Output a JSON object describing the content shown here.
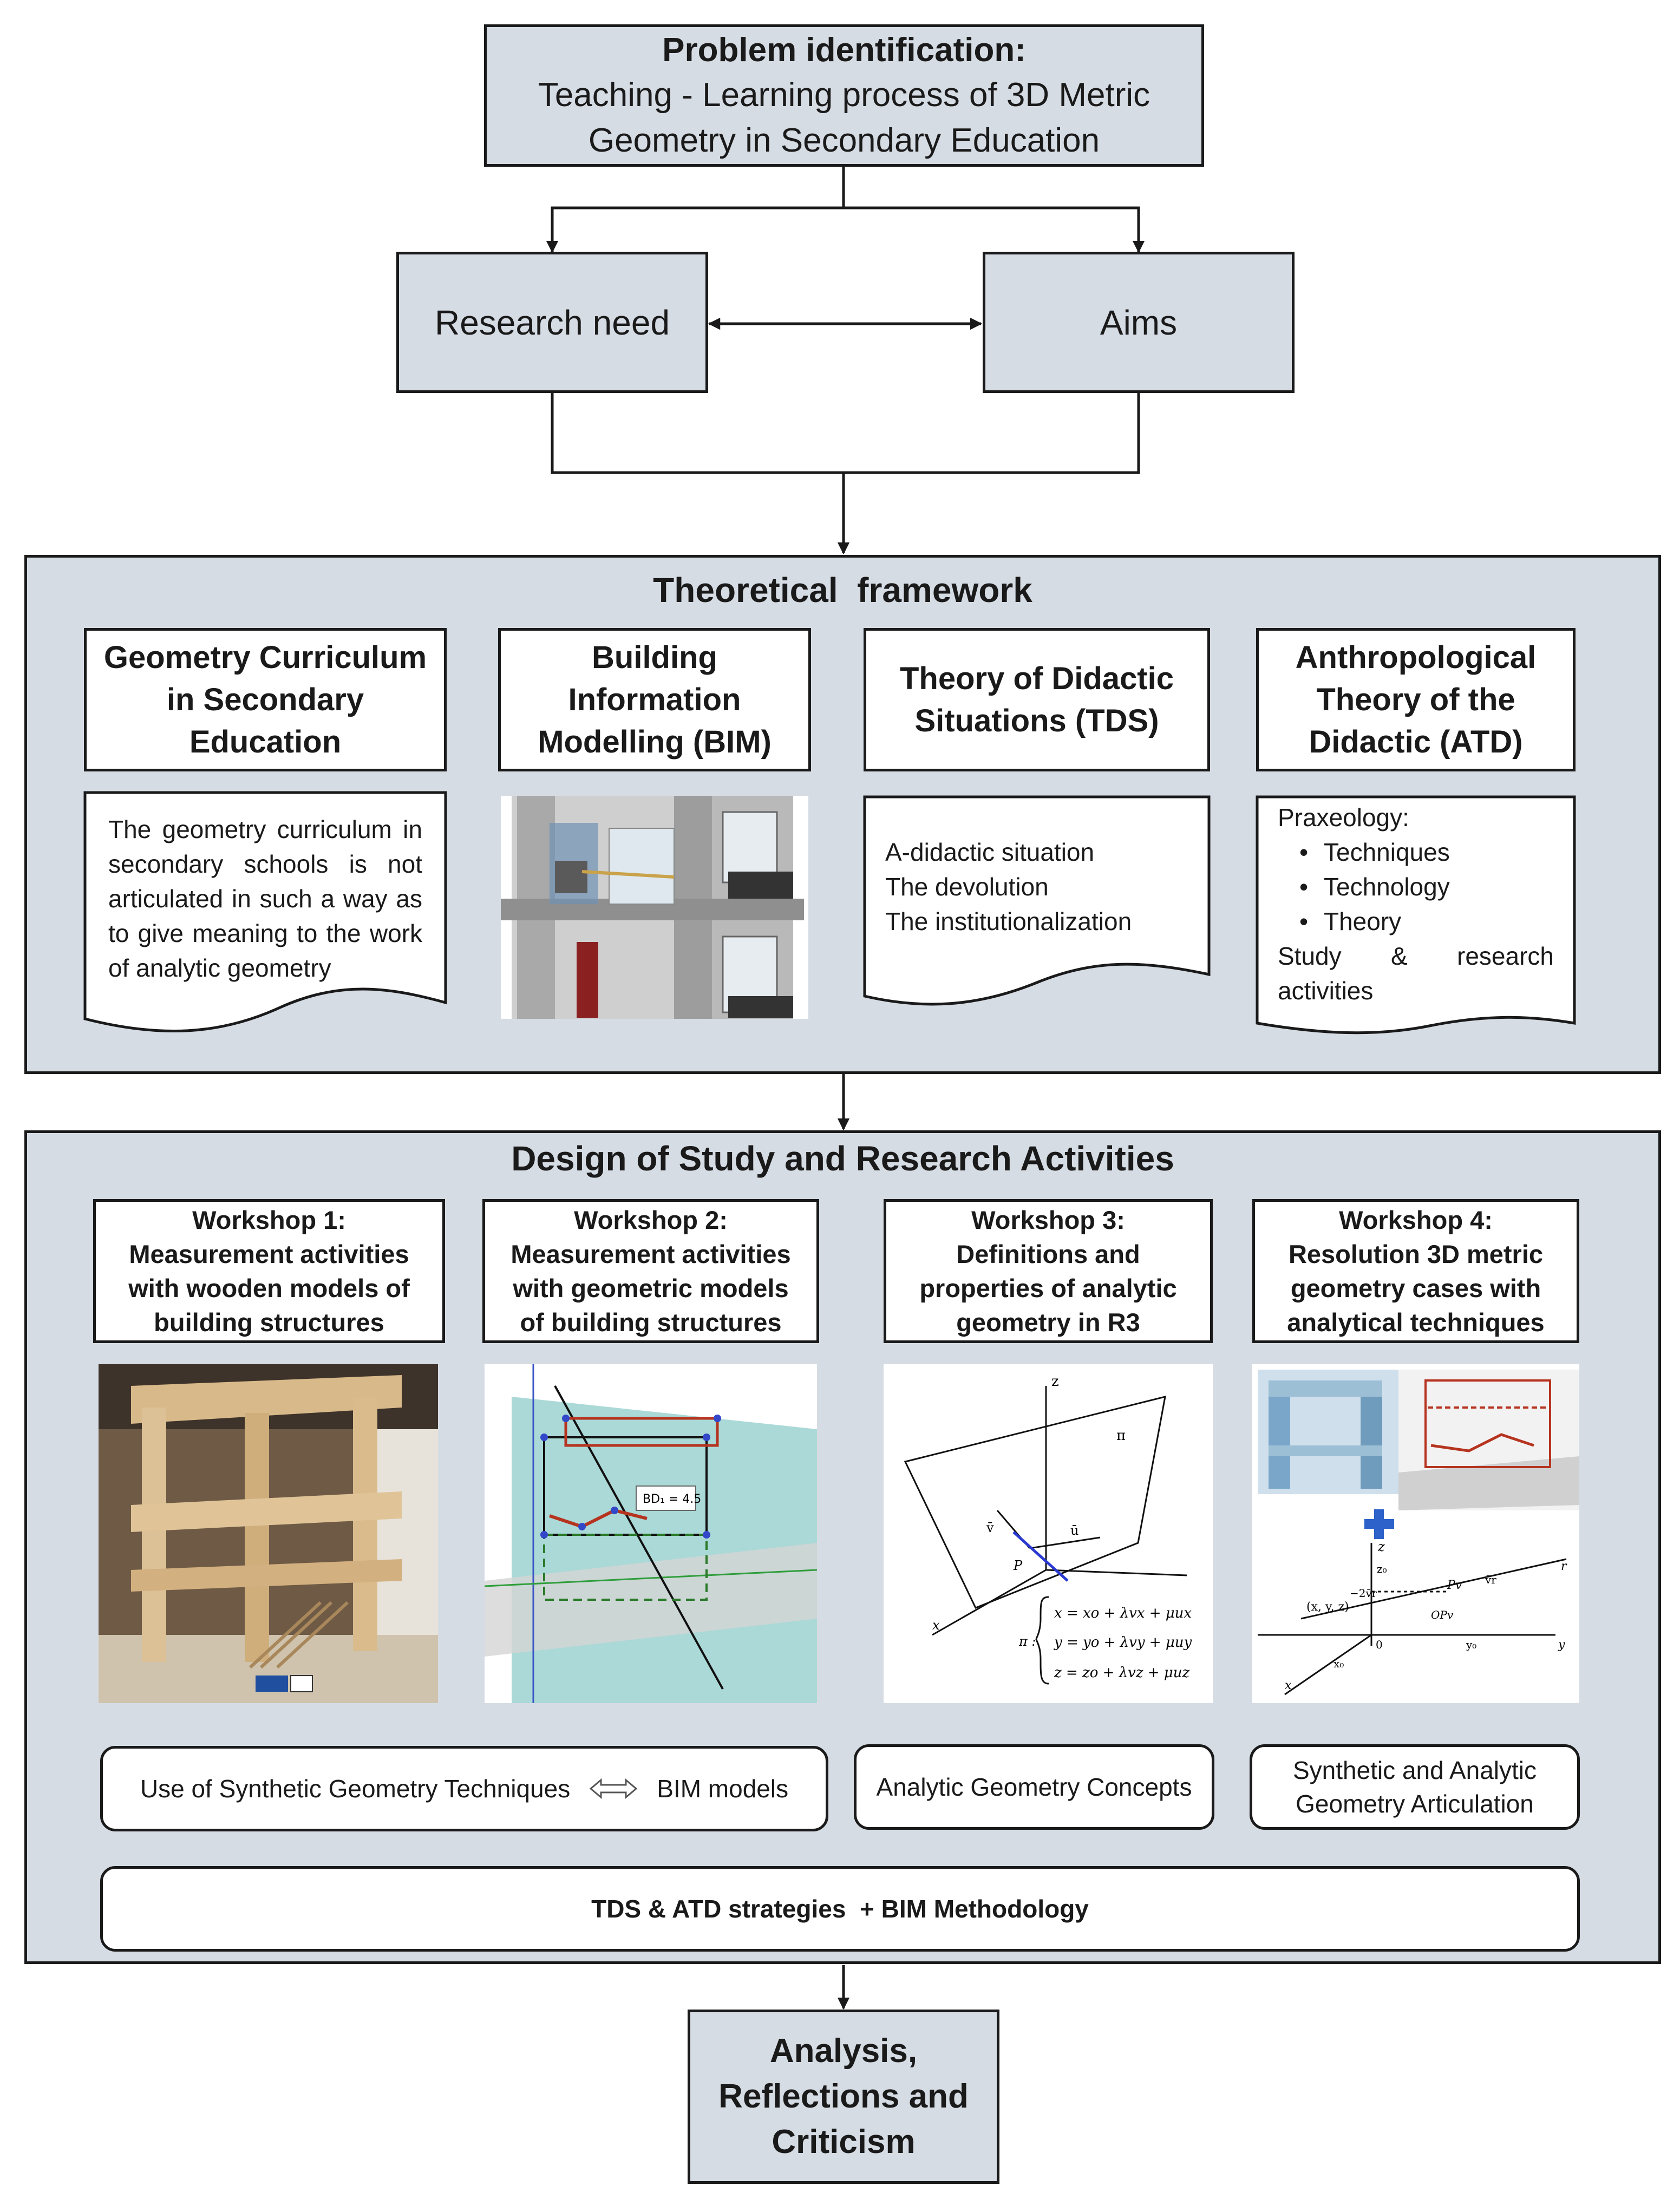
{
  "problem": {
    "title": "Problem identification:",
    "lines": "Teaching - Learning process of 3D Metric\nGeometry in Secondary Education"
  },
  "research_need": "Research need",
  "aims": "Aims",
  "theoretical": {
    "title": "Theoretical  framework",
    "geometry_curriculum": {
      "title": "Geometry Curriculum\nin Secondary\nEducation",
      "text": "The geometry curriculum in secondary schools is not articulated in such a way as to give meaning to the work of analytic geometry"
    },
    "bim": {
      "title": "Building\nInformation\nModelling (BIM)"
    },
    "tds": {
      "title": "Theory of Didactic\nSituations (TDS)",
      "items": [
        "A-didactic situation",
        "The devolution",
        "The institutionalization"
      ]
    },
    "atd": {
      "title": "Anthropological\nTheory of the\nDidactic (ATD)",
      "praxeology": "Praxeology:",
      "bullets": [
        "Techniques",
        "Technology",
        "Theory"
      ],
      "study_left": "Study",
      "study_amp": "&",
      "study_right": "research",
      "study_line2": "activities"
    }
  },
  "design": {
    "title": "Design of Study and Research Activities",
    "workshops": [
      {
        "title": "Workshop 1:\nMeasurement activities\nwith wooden models of\nbuilding structures"
      },
      {
        "title": "Workshop 2:\nMeasurement activities\nwith geometric models\nof building structures"
      },
      {
        "title": "Workshop 3:\nDefinitions and\nproperties of analytic\ngeometry in R3"
      },
      {
        "title": "Workshop 4:\nResolution 3D metric\ngeometry cases with\nanalytical techniques"
      }
    ],
    "figure_labels": {
      "ws2_label": "BD₁ = 4.5",
      "ws3_z": "z",
      "ws3_pi": "π",
      "ws3_u": "ū",
      "ws3_v": "v̄",
      "ws3_p": "P",
      "ws3_x": "x",
      "eq_prefix": "π :",
      "eq1": "x = xo + λvx + μux",
      "eq2": "y = yo + λvy + μuy",
      "eq3": "z = zo + λvz + μuz",
      "ws4_z": "z",
      "ws4_xyz": "(x, y, z)",
      "ws4_pv": "Pv",
      "ws4_op": "OPv",
      "ws4_r": "r",
      "ws4_y": "y",
      "ws4_x": "x",
      "ws4_o": "0",
      "ws4_neg2v": "−2v̄r",
      "ws4_vr": "v̄r",
      "ws4_z0": "z₀",
      "ws4_y0": "y₀",
      "ws4_x0": "x₀"
    },
    "synthetic_left": "Use of Synthetic Geometry Techniques",
    "synthetic_right": "BIM models",
    "analytic_concepts": "Analytic Geometry Concepts",
    "articulation": "Synthetic  and  Analytic\nGeometry Articulation",
    "strategies": "TDS & ATD strategies  + BIM Methodology"
  },
  "analysis": "Analysis,\nReflections and\nCriticism",
  "colors": {
    "box_fill": "#d6dce4",
    "frame_fill": "#d6dce4",
    "line": "#1a1a1a"
  }
}
